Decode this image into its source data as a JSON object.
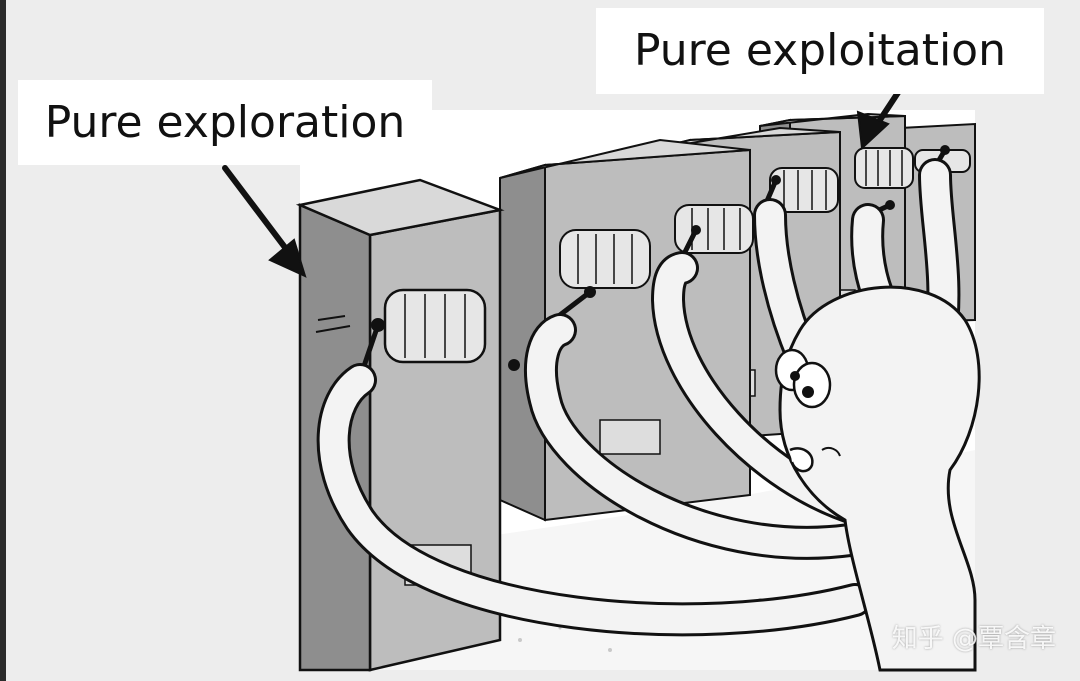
{
  "labels": {
    "exploration": "Pure exploration",
    "exploitation": "Pure exploitation"
  },
  "watermark": "知乎 @覃含章",
  "illustration": {
    "subject": "octopus pulling slot-machine levers",
    "colors": {
      "background": "#ededed",
      "machine_front": "#b8b8b8",
      "machine_side": "#8d8d8d",
      "octopus": "#f3f3f3",
      "ink": "#111111",
      "label_box": "#ffffff"
    }
  }
}
